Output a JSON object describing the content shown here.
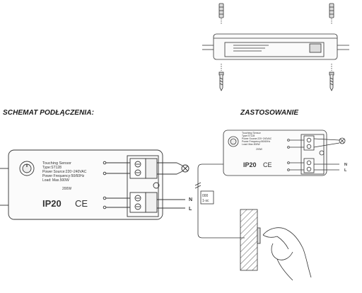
{
  "headings": {
    "wiring": "SCHEMAT PODŁĄCZENIA:",
    "application": "ZASTOSOWANIE"
  },
  "device": {
    "title": "Touching Sensor",
    "type": "Type:ST128",
    "power_source": "Power Source:220~240VAC",
    "power_frequency": "Power Frequency:50/60Hz",
    "load": "Load: Max.500W",
    "wattage": "200W",
    "ip_rating": "IP20",
    "ce_mark": "CE"
  },
  "terminals": {
    "n": "N",
    "l": "L"
  },
  "small_box": {
    "line1": "000",
    "line2": "1-sc"
  },
  "colors": {
    "line": "#333333",
    "hatch": "#555555"
  }
}
